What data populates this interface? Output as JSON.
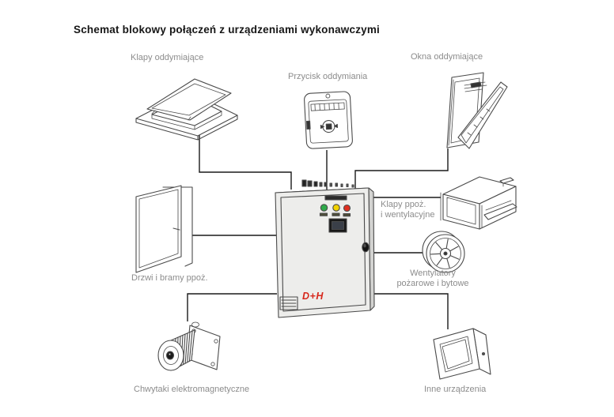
{
  "title": "Schemat blokowy połączeń z urządzeniami wykonawczymi",
  "colors": {
    "label_gray": "#8c8c8c",
    "line_black": "#1a1a1a",
    "icon_stroke": "#4a4a4a",
    "logo_red": "#d7281c",
    "led_green": "#2faa4a",
    "led_yellow": "#f2d200",
    "led_red": "#e03020",
    "cabinet_face": "#ededeb",
    "cabinet_top": "#e3e3e1",
    "cabinet_side": "#d3d3d1"
  },
  "nodes": {
    "klapy_oddymiajace": {
      "label": "Klapy oddymiające"
    },
    "przycisk_oddymiania": {
      "label": "Przycisk oddymiania"
    },
    "okna_oddymiajace": {
      "label": "Okna oddymiające"
    },
    "klapy_ppoz": {
      "line1": "Klapy ppoż.",
      "line2": "i wentylacyjne"
    },
    "wentylatory": {
      "line1": "Wentylatory",
      "line2": "pożarowe i bytowe"
    },
    "drzwi": {
      "label": "Drzwi i bramy ppoż."
    },
    "chwytaki": {
      "label": "Chwytaki elektromagnetyczne"
    },
    "inne": {
      "label": "Inne urządzenia"
    },
    "centrala": {
      "logo": "D+H"
    }
  }
}
